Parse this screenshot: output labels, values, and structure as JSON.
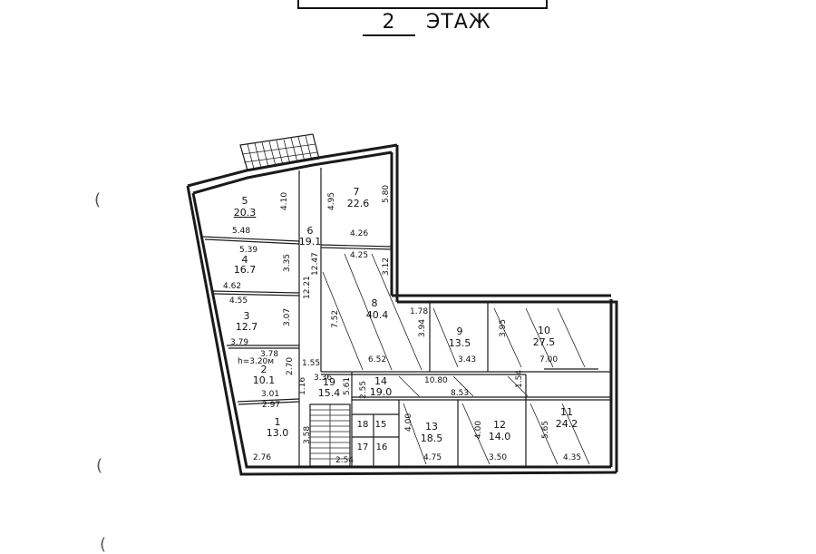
{
  "header": {
    "floor_number": "2",
    "floor_label": "ЭТАЖ"
  },
  "rooms": [
    {
      "id": "room-1",
      "number": "1",
      "area": "13.0"
    },
    {
      "id": "room-2",
      "number": "2",
      "area": "10.1"
    },
    {
      "id": "room-3",
      "number": "3",
      "area": "12.7"
    },
    {
      "id": "room-4",
      "number": "4",
      "area": "16.7"
    },
    {
      "id": "room-5",
      "number": "5",
      "area": "20.3"
    },
    {
      "id": "room-6",
      "number": "6",
      "area": "19.1"
    },
    {
      "id": "room-7",
      "number": "7",
      "area": "22.6"
    },
    {
      "id": "room-8",
      "number": "8",
      "area": "40.4"
    },
    {
      "id": "room-9",
      "number": "9",
      "area": "13.5"
    },
    {
      "id": "room-10",
      "number": "10",
      "area": "27.5"
    },
    {
      "id": "room-11",
      "number": "11",
      "area": "24.2"
    },
    {
      "id": "room-12",
      "number": "12",
      "area": "14.0"
    },
    {
      "id": "room-13",
      "number": "13",
      "area": "18.5"
    },
    {
      "id": "room-14",
      "number": "14",
      "area": "19.0"
    },
    {
      "id": "room-19",
      "number": "19",
      "area": "15.4"
    },
    {
      "id": "room-15",
      "number": "15",
      "area": ""
    },
    {
      "id": "room-16",
      "number": "16",
      "area": ""
    },
    {
      "id": "room-17",
      "number": "17",
      "area": ""
    },
    {
      "id": "room-18",
      "number": "18",
      "area": ""
    }
  ],
  "dimensions": [
    "4.10",
    "5.48",
    "4.95",
    "5.80",
    "4.26",
    "5.39",
    "3.35",
    "12.47",
    "4.25",
    "3.12",
    "4.62",
    "12.21",
    "4.55",
    "3.07",
    "7.52",
    "3.94",
    "1.78",
    "3.95",
    "3.79",
    "3.78",
    "1.55",
    "6.52",
    "3.43",
    "7.00",
    "2.70",
    "3.36",
    "10.80",
    "1.54",
    "1.16",
    "5.61",
    "2.55",
    "8.53",
    "3.01",
    "2.97",
    "4.00",
    "4.00",
    "5.65",
    "3.58",
    "2.76",
    "2.54",
    "4.75",
    "3.50",
    "4.35"
  ],
  "ceiling_height": "h=3.20м",
  "margin_marks": [
    "(",
    "(",
    "("
  ]
}
